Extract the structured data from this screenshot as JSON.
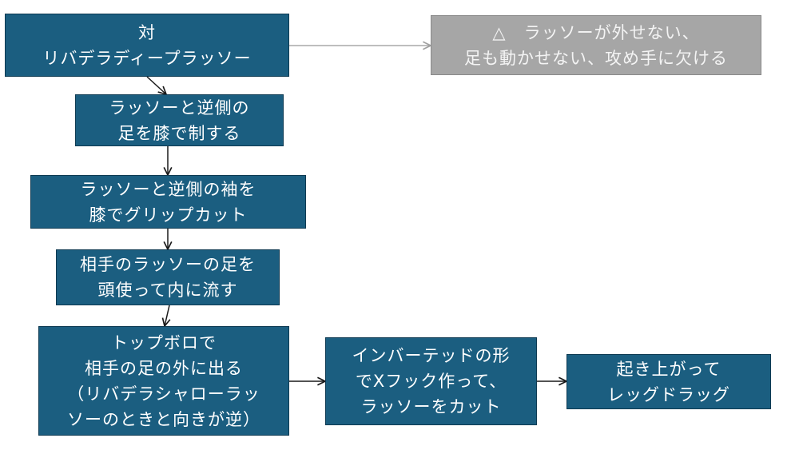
{
  "diagram": {
    "colors": {
      "box_fill": "#1b5e80",
      "box_border": "#0e3a52",
      "note_fill": "#a6a6a6",
      "note_border": "#8a8a8a",
      "arrow": "#1a1a1a",
      "note_arrow": "#a0a0a0"
    },
    "nodes": [
      {
        "id": "start",
        "text": "対\nリバデラディープラッソー"
      },
      {
        "id": "note",
        "text": "△　ラッソーが外せない、\n足も動かせない、攻め手に欠ける"
      },
      {
        "id": "step1",
        "text": "ラッソーと逆側の\n足を膝で制する"
      },
      {
        "id": "step2",
        "text": "ラッソーと逆側の袖を\n膝でグリップカット"
      },
      {
        "id": "step3",
        "text": "相手のラッソーの足を\n頭使って内に流す"
      },
      {
        "id": "step4",
        "text": "トップボロで\n相手の足の外に出る\n（リバデラシャローラッ\nソーのときと向きが逆）"
      },
      {
        "id": "step5",
        "text": "インバーテッドの形\nでXフック作って、\nラッソーをカット"
      },
      {
        "id": "step6",
        "text": "起き上がって\nレッグドラッグ"
      }
    ],
    "edges": [
      {
        "from": "start",
        "to": "note"
      },
      {
        "from": "start",
        "to": "step1"
      },
      {
        "from": "step1",
        "to": "step2"
      },
      {
        "from": "step2",
        "to": "step3"
      },
      {
        "from": "step3",
        "to": "step4"
      },
      {
        "from": "step4",
        "to": "step5"
      },
      {
        "from": "step5",
        "to": "step6"
      }
    ]
  }
}
